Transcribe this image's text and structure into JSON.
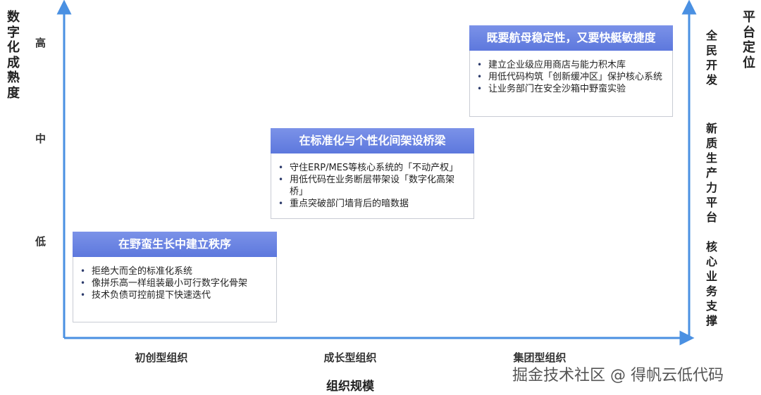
{
  "y_axis_title": "数字化成熟度",
  "x_axis_title": "组织规模",
  "right_axis_title": "平台定位",
  "levels": {
    "high": "高",
    "mid": "中",
    "low": "低"
  },
  "x_categories": [
    "初创型组织",
    "成长型组织",
    "集团型组织"
  ],
  "cards": [
    {
      "title": "在野蛮生长中建立秩序",
      "bullets": [
        "拒绝大而全的标准化系统",
        "像拼乐高一样组装最小可行数字化骨架",
        "技术负债可控前提下快速迭代"
      ]
    },
    {
      "title": "在标准化与个性化间架设桥梁",
      "bullets": [
        "守住ERP/MES等核心系统的「不动产权」",
        "用低代码在业务断层带架设「数字化高架桥」",
        "重点突破部门墙背后的暗数据"
      ]
    },
    {
      "title": "既要航母稳定性，又要快艇敏捷度",
      "bullets": [
        "建立企业级应用商店与能力积木库",
        "用低代码构筑「创新缓冲区」保护核心系统",
        "让业务部门在安全沙箱中野蛮实验"
      ]
    }
  ],
  "right_labels": [
    "全民开发",
    "新质生产力平台",
    "核心业务支撑"
  ],
  "watermark": "掘金技术社区 @ 得帆云低代码",
  "colors": {
    "axis": "#4a90e2",
    "card_header": "#6a82e2"
  }
}
